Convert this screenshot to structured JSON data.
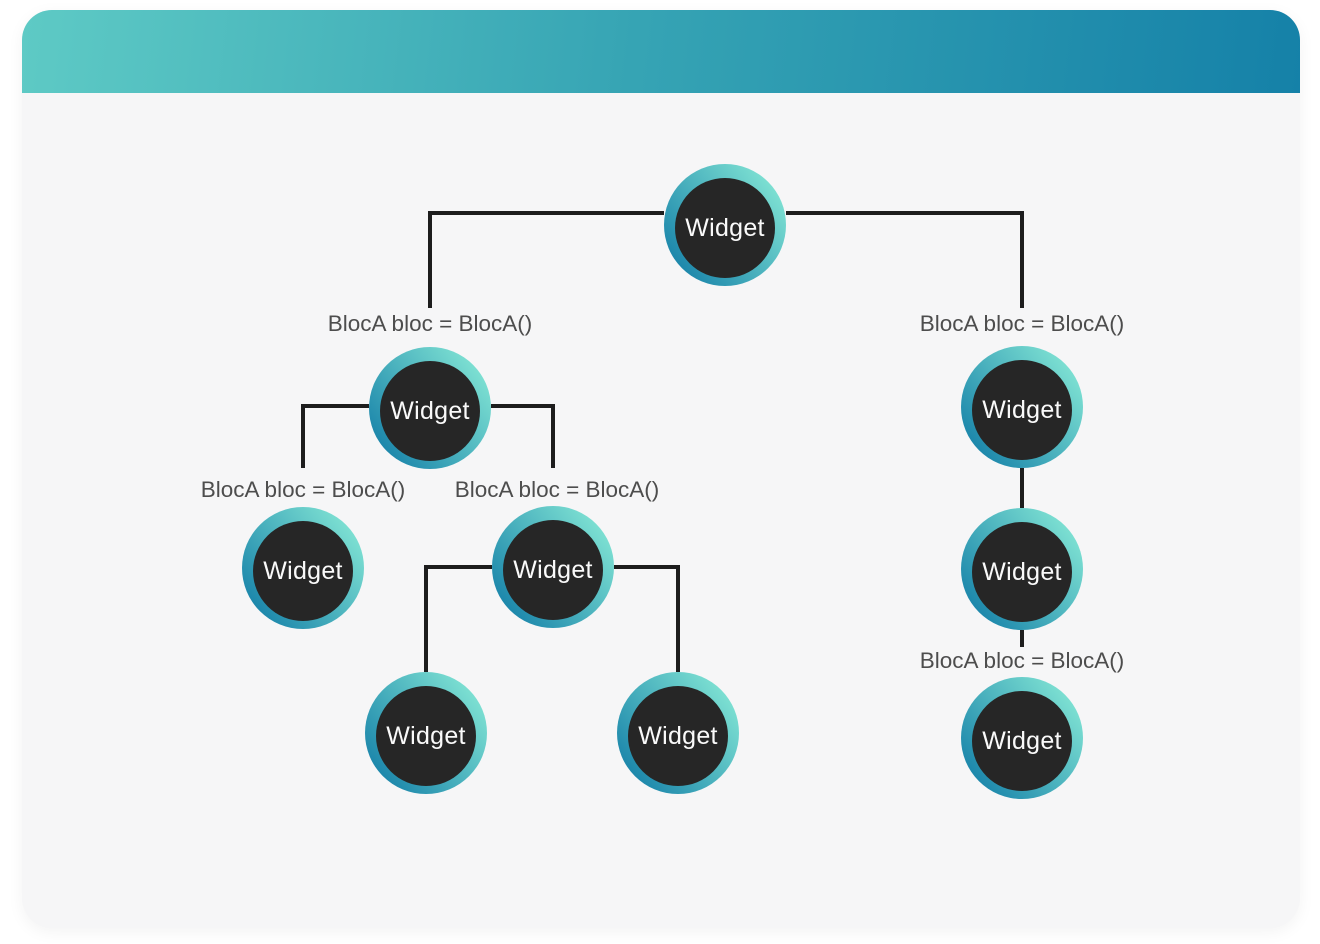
{
  "window": {
    "header_gradient": [
      "#5ecac5",
      "#36a4b4",
      "#1581a8"
    ],
    "body_background": "#f6f6f7"
  },
  "colors": {
    "node_ring_dark": "#1580a8",
    "node_ring_light": "#7fe2d3",
    "node_fill": "#262626",
    "node_text": "#fafafa",
    "edge_line": "#1d1d1d",
    "edge_label_text": "#4d4d4d"
  },
  "tree": {
    "label": "Widget",
    "children": [
      {
        "label": "Widget",
        "edge_label": "BlocA bloc = BlocA()",
        "children": [
          {
            "label": "Widget",
            "edge_label": "BlocA bloc = BlocA()",
            "children": []
          },
          {
            "label": "Widget",
            "edge_label": "BlocA bloc = BlocA()",
            "children": [
              {
                "label": "Widget",
                "children": []
              },
              {
                "label": "Widget",
                "children": []
              }
            ]
          }
        ]
      },
      {
        "label": "Widget",
        "edge_label": "BlocA bloc = BlocA()",
        "children": [
          {
            "label": "Widget",
            "children": [
              {
                "label": "Widget",
                "edge_label": "BlocA bloc = BlocA()",
                "children": []
              }
            ]
          }
        ]
      }
    ]
  }
}
